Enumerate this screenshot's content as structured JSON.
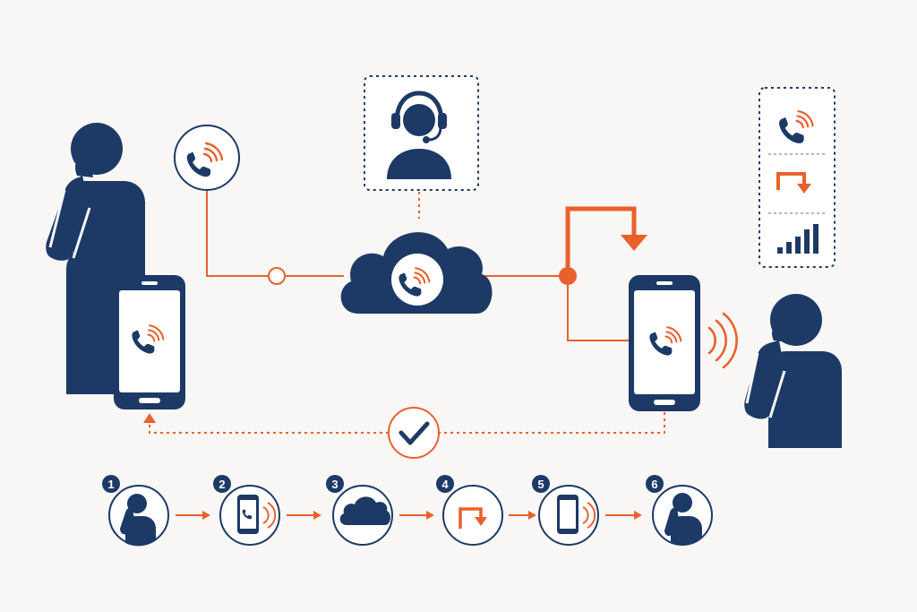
{
  "colors": {
    "navy": "#1d3a66",
    "orange": "#e8612c",
    "background": "#f8f7f5",
    "white": "#ffffff",
    "gray": "#9aa1ab"
  },
  "icons": {
    "caller": "person-on-phone-icon",
    "caller_phone": "ringing-smartphone-icon",
    "call_badge": "phone-call-icon",
    "agent": "headset-agent-icon",
    "cloud": "cloud-phone-icon",
    "forward": "call-forward-arrow-icon",
    "receiver_phone": "ringing-smartphone-icon",
    "receiver": "person-on-phone-icon",
    "confirm": "checkmark-icon",
    "legend": [
      "phone-call-icon",
      "call-forward-arrow-icon",
      "signal-bars-icon"
    ]
  },
  "steps": [
    {
      "number": "1",
      "icon": "person-on-phone-icon"
    },
    {
      "number": "2",
      "icon": "ringing-smartphone-icon"
    },
    {
      "number": "3",
      "icon": "cloud-icon"
    },
    {
      "number": "4",
      "icon": "call-forward-arrow-icon"
    },
    {
      "number": "5",
      "icon": "ringing-smartphone-icon"
    },
    {
      "number": "6",
      "icon": "person-on-phone-icon"
    }
  ]
}
